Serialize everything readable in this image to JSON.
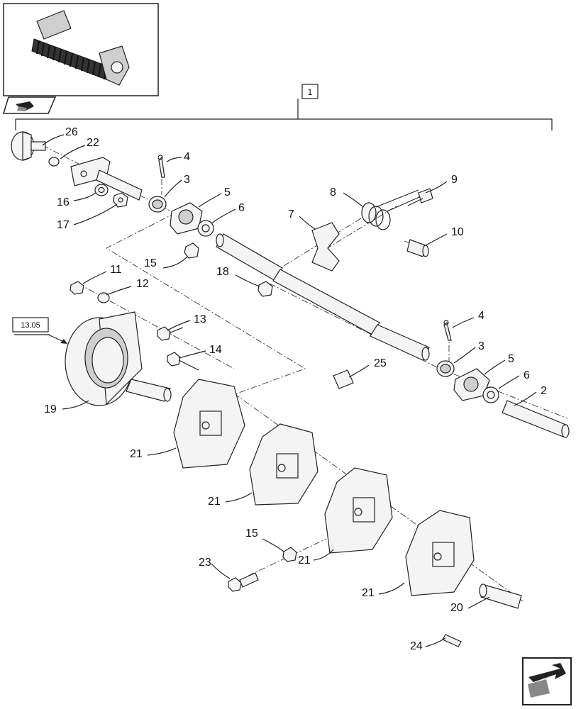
{
  "callouts": [
    {
      "id": "c1",
      "text": "1"
    },
    {
      "id": "c26",
      "text": "26"
    },
    {
      "id": "c22",
      "text": "22"
    },
    {
      "id": "c16",
      "text": "16"
    },
    {
      "id": "c17",
      "text": "17"
    },
    {
      "id": "c4a",
      "text": "4"
    },
    {
      "id": "c3a",
      "text": "3"
    },
    {
      "id": "c5a",
      "text": "5"
    },
    {
      "id": "c6a",
      "text": "6"
    },
    {
      "id": "c15a",
      "text": "15"
    },
    {
      "id": "c8",
      "text": "8"
    },
    {
      "id": "c9",
      "text": "9"
    },
    {
      "id": "c7",
      "text": "7"
    },
    {
      "id": "c10",
      "text": "10"
    },
    {
      "id": "c18",
      "text": "18"
    },
    {
      "id": "c11",
      "text": "11"
    },
    {
      "id": "c12",
      "text": "12"
    },
    {
      "id": "c13",
      "text": "13"
    },
    {
      "id": "c14",
      "text": "14"
    },
    {
      "id": "c19",
      "text": "19"
    },
    {
      "id": "c4b",
      "text": "4"
    },
    {
      "id": "c3b",
      "text": "3"
    },
    {
      "id": "c5b",
      "text": "5"
    },
    {
      "id": "c6b",
      "text": "6"
    },
    {
      "id": "c2",
      "text": "2"
    },
    {
      "id": "c25",
      "text": "25"
    },
    {
      "id": "c21a",
      "text": "21"
    },
    {
      "id": "c21b",
      "text": "21"
    },
    {
      "id": "c21c",
      "text": "21"
    },
    {
      "id": "c21d",
      "text": "21"
    },
    {
      "id": "c15b",
      "text": "15"
    },
    {
      "id": "c23",
      "text": "23"
    },
    {
      "id": "c20",
      "text": "20"
    },
    {
      "id": "c24",
      "text": "24"
    }
  ],
  "reference_box": {
    "text": "13.05"
  },
  "assembly_box": {
    "text": "1"
  },
  "icons": {
    "overview": "machine-overview-thumbnail",
    "prev": "previous-page-icon",
    "next": "next-page-icon"
  }
}
